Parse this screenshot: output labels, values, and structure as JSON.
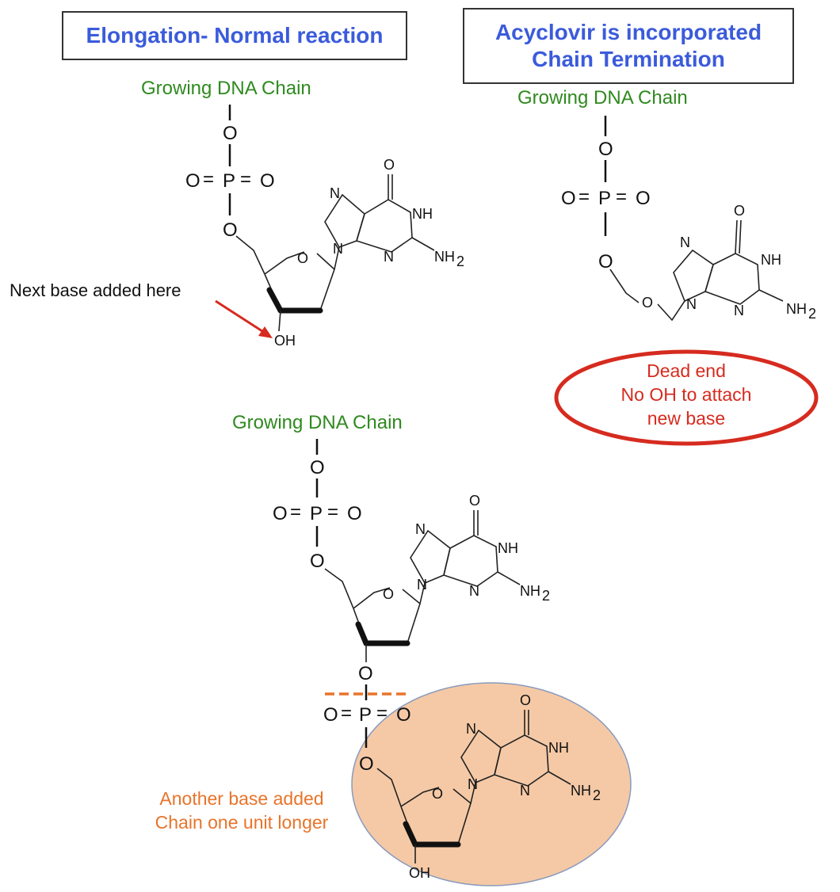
{
  "titles": {
    "left": "Elongation- Normal reaction",
    "right_line1": "Acyclovir is incorporated",
    "right_line2": "Chain Termination"
  },
  "labels": {
    "growing_chain": "Growing DNA Chain",
    "next_base": "Next base added here",
    "dead_end_1": "Dead end",
    "dead_end_2": "No OH to attach",
    "dead_end_3": "new base",
    "another_base_1": "Another base added",
    "another_base_2": "Chain one unit longer"
  },
  "atoms": {
    "O": "O",
    "P": "P",
    "N": "N",
    "NH": "NH",
    "NH2": "NH",
    "sub2": "2",
    "OH": "OH"
  },
  "colors": {
    "title_blue": "#3b5bdb",
    "green": "#2f8a1f",
    "red": "#d62b1f",
    "orange": "#e8742a",
    "highlight_fill": "#f5c9a6"
  }
}
